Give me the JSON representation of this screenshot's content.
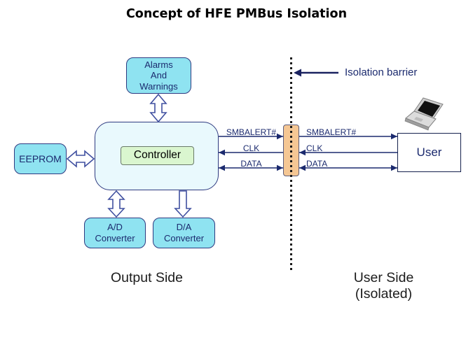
{
  "title": "Concept of HFE PMBus Isolation",
  "nodes": {
    "alarms": {
      "label": "Alarms\nAnd\nWarnings"
    },
    "eeprom": {
      "label": "EEPROM"
    },
    "controller": {
      "label": "Controller"
    },
    "ad_converter": {
      "label": "A/D\nConverter"
    },
    "da_converter": {
      "label": "D/A\nConverter"
    },
    "user": {
      "label": "User"
    },
    "barrier_component": {
      "label": ""
    }
  },
  "signals": {
    "left": [
      "SMBALERT#",
      "CLK",
      "DATA"
    ],
    "right": [
      "SMBALERT#",
      "CLK",
      "DATA"
    ]
  },
  "labels": {
    "isolation_barrier": "Isolation barrier",
    "output_side": "Output Side",
    "user_side": "User Side\n(Isolated)"
  },
  "colors": {
    "node_fill": "#8fe3f1",
    "node_border": "#2e3a80",
    "controller_outer_fill": "#e9f9fd",
    "controller_inner_fill": "#daf6cf",
    "barrier_fill": "#f5c794",
    "wire_navy": "#1b2a6e",
    "dotted_line": "#1a1a1a",
    "text_navy": "#1b2a6e",
    "title_text": "#000000",
    "side_label_text": "#1c1c1c"
  }
}
